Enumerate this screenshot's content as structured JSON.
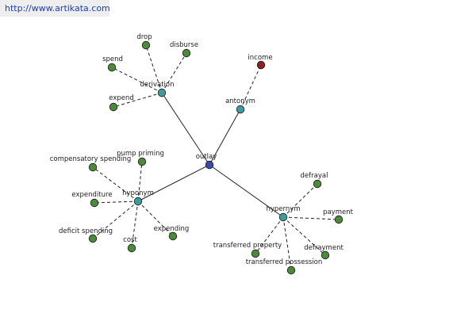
{
  "watermark": {
    "text": "http://www.artikata.com"
  },
  "colors": {
    "center": "#3b4aa8",
    "relation": "#3f9aa0",
    "leaf": "#4a8a3a",
    "antonym_leaf": "#8b2020",
    "solid_edge": "#222222",
    "dashed_edge": "#222222"
  },
  "graph": {
    "center": {
      "id": "outlay",
      "label": "outlay"
    },
    "relations": [
      {
        "id": "derivation",
        "label": "derivation"
      },
      {
        "id": "antonym",
        "label": "antonym"
      },
      {
        "id": "hyponym",
        "label": "hyponym"
      },
      {
        "id": "hypernym",
        "label": "hypernym"
      }
    ],
    "leaves": [
      {
        "id": "drop",
        "label": "drop",
        "parent": "derivation"
      },
      {
        "id": "disburse",
        "label": "disburse",
        "parent": "derivation"
      },
      {
        "id": "spend",
        "label": "spend",
        "parent": "derivation"
      },
      {
        "id": "expend",
        "label": "expend",
        "parent": "derivation"
      },
      {
        "id": "income",
        "label": "income",
        "parent": "antonym"
      },
      {
        "id": "pump-priming",
        "label": "pump priming",
        "parent": "hyponym"
      },
      {
        "id": "compensatory-spending",
        "label": "compensatory spending",
        "parent": "hyponym"
      },
      {
        "id": "expenditure",
        "label": "expenditure",
        "parent": "hyponym"
      },
      {
        "id": "deficit-spending",
        "label": "deficit spending",
        "parent": "hyponym"
      },
      {
        "id": "cost",
        "label": "cost",
        "parent": "hyponym"
      },
      {
        "id": "expending",
        "label": "expending",
        "parent": "hyponym"
      },
      {
        "id": "defrayal",
        "label": "defrayal",
        "parent": "hypernym"
      },
      {
        "id": "payment",
        "label": "payment",
        "parent": "hypernym"
      },
      {
        "id": "transferred-property",
        "label": "transferred property",
        "parent": "hypernym"
      },
      {
        "id": "transferred-possession",
        "label": "transferred possession",
        "parent": "hypernym"
      },
      {
        "id": "defrayment",
        "label": "defrayment",
        "parent": "hypernym"
      }
    ]
  }
}
